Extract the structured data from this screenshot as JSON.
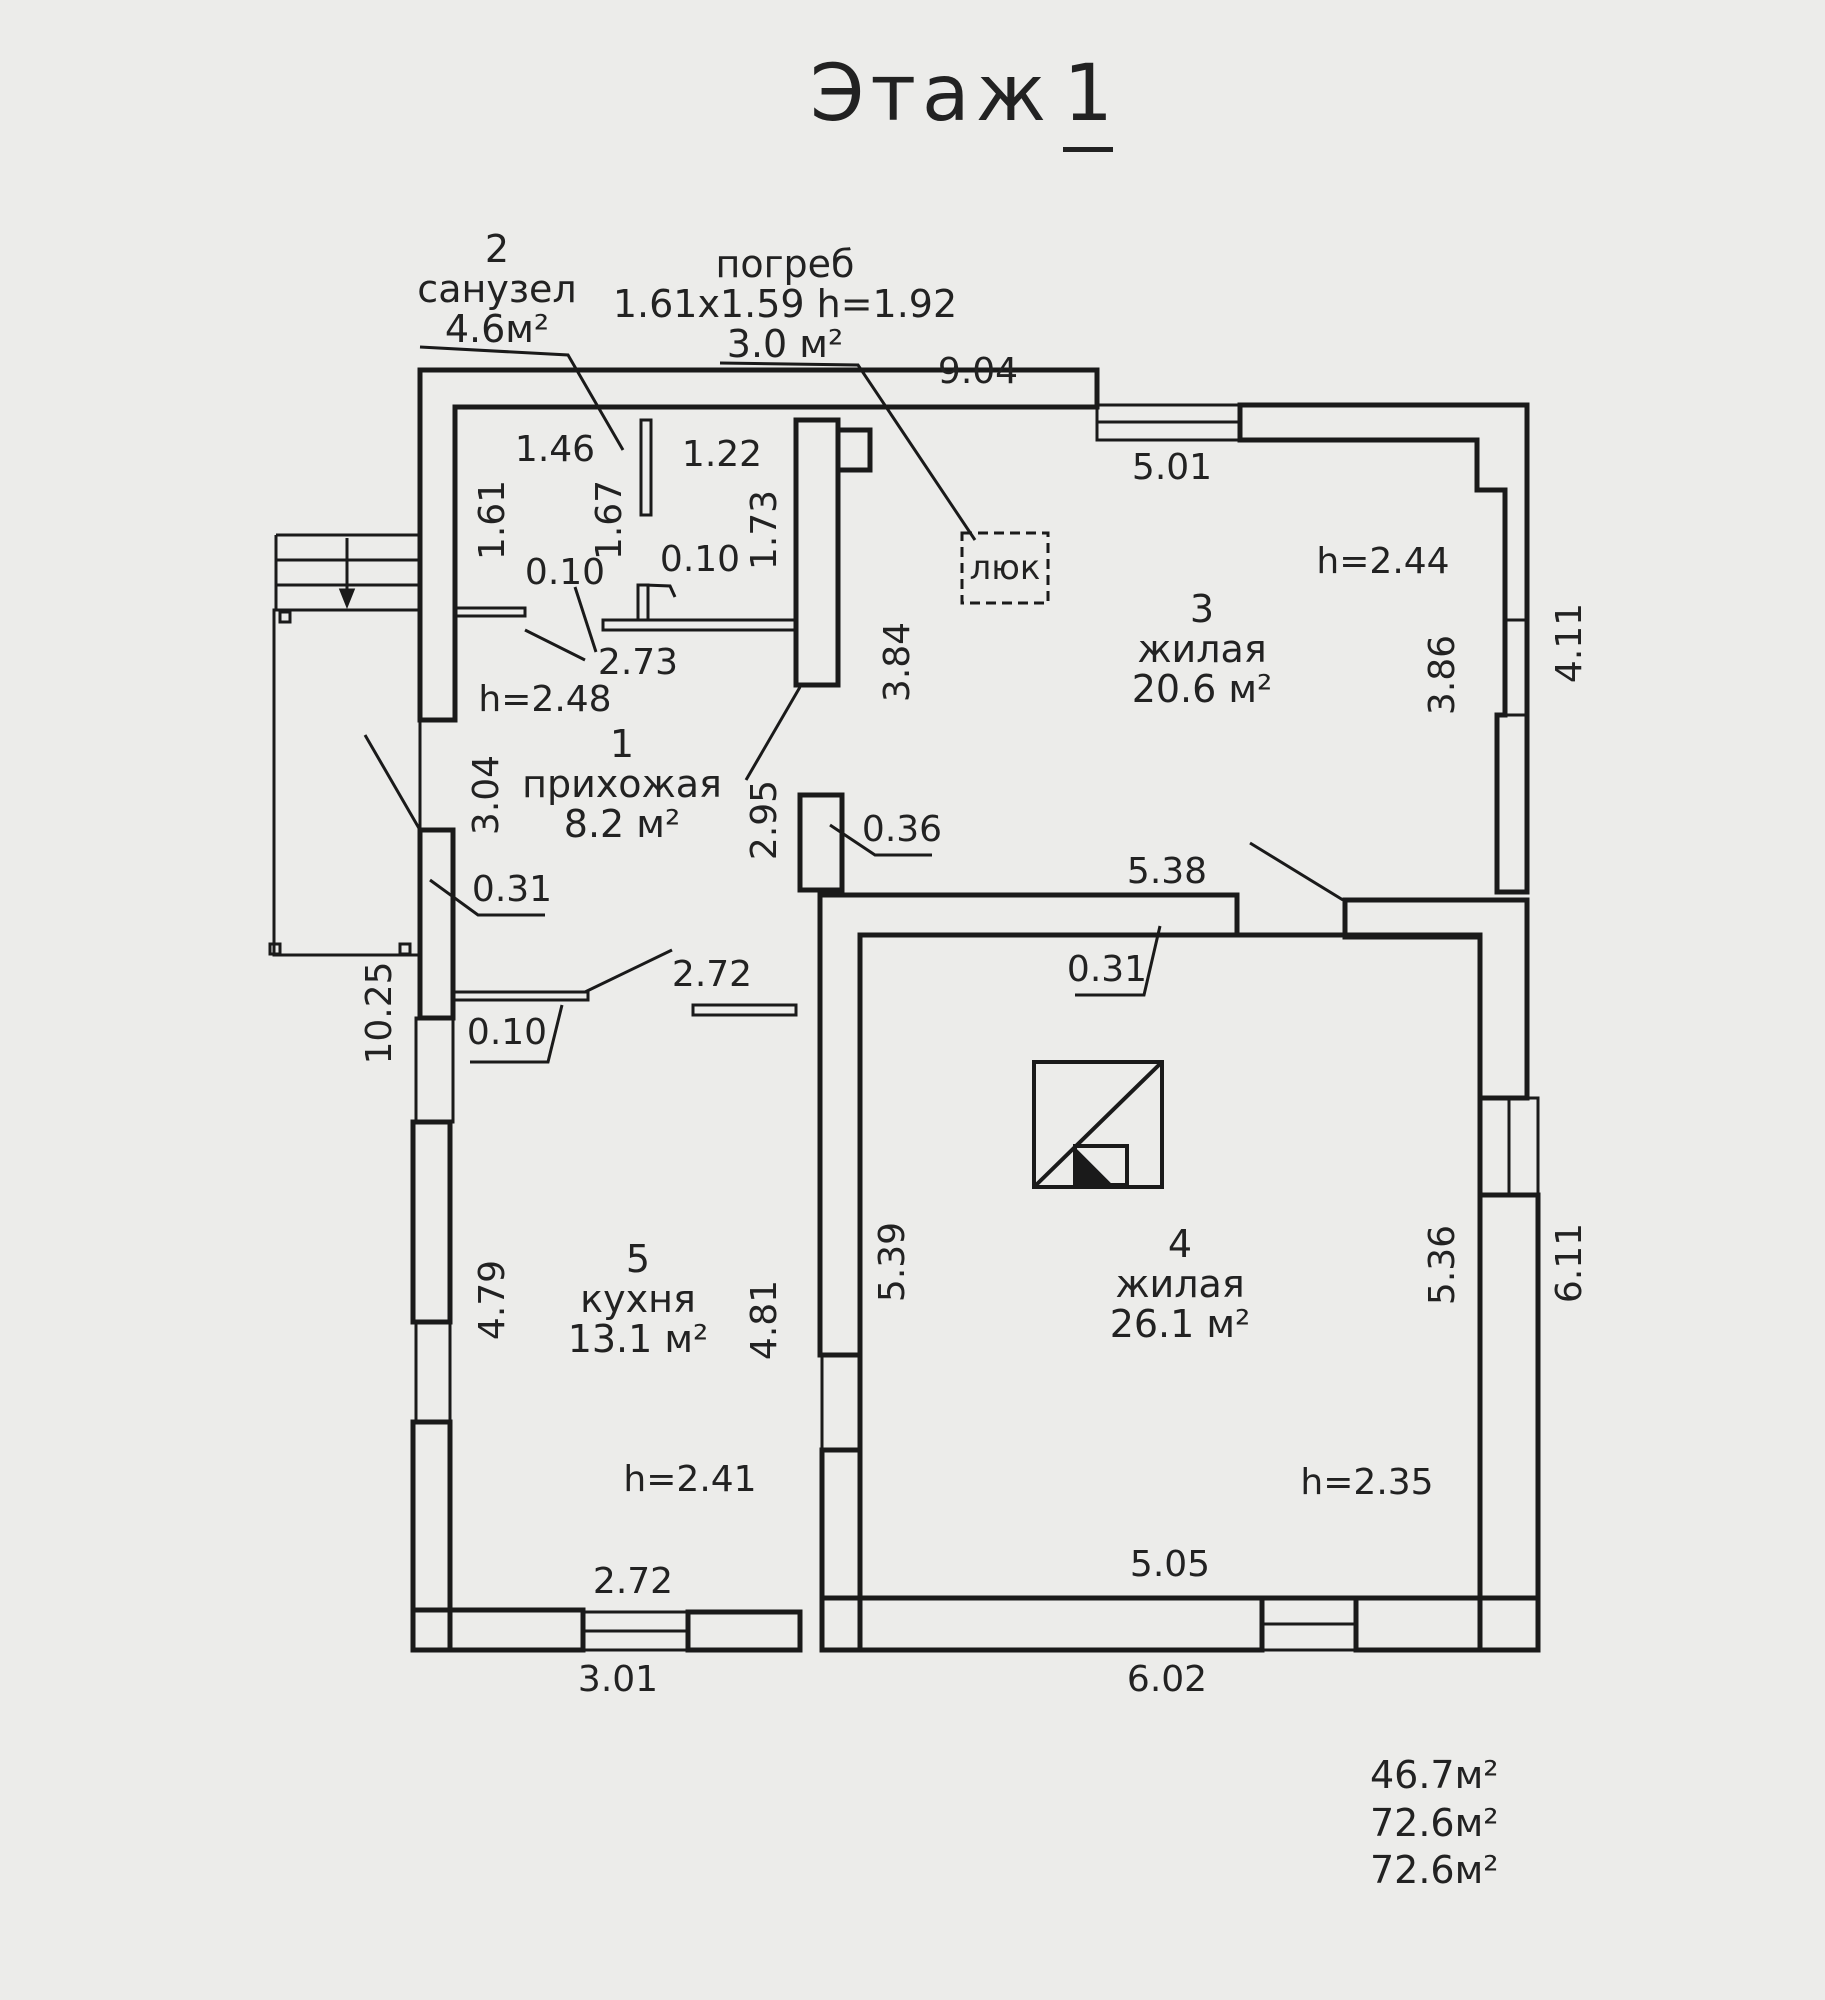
{
  "title": {
    "text": "Этаж",
    "number": "1"
  },
  "rooms": {
    "r1": {
      "num": "1",
      "name": "прихожая",
      "area": "8.2 м²",
      "height": "h=2.48"
    },
    "r2": {
      "num": "2",
      "name": "санузел",
      "area": "4.6м²"
    },
    "cellar": {
      "name": "погреб",
      "size": "1.61х1.59  h=1.92",
      "area": "3.0 м²",
      "hatch": "люк"
    },
    "r3": {
      "num": "3",
      "name": "жилая",
      "area": "20.6 м²",
      "height": "h=2.44"
    },
    "r4": {
      "num": "4",
      "name": "жилая",
      "area": "26.1 м²",
      "height": "h=2.35"
    },
    "r5": {
      "num": "5",
      "name": "кухня",
      "area": "13.1  м²",
      "height": "h=2.41"
    }
  },
  "dimensions": {
    "top_overall": "9.04",
    "bath_w1": "1.46",
    "bath_w2": "1.22",
    "bath_h1": "1.61",
    "bath_h2": "1.67",
    "bath_h3": "1.73",
    "bath_wall1": "0.10",
    "bath_wall2": "0.10",
    "hall_w": "2.73",
    "hall_h": "3.04",
    "hall_h2": "2.95",
    "wall_031a": "0.31",
    "wall_036": "0.36",
    "r3_w": "5.01",
    "r3_h1": "3.84",
    "r3_h2": "3.86",
    "r3_outer": "4.11",
    "r3_bottom": "5.38",
    "wall_031b": "0.31",
    "hall_kitchen": "2.72",
    "wall_010": "0.10",
    "left_overall": "10.25",
    "r5_h1": "4.79",
    "r5_h2": "4.81",
    "r5_w": "2.72",
    "bottom_left": "3.01",
    "r4_h1": "5.39",
    "r4_h2": "5.36",
    "r4_outer": "6.11",
    "r4_w": "5.05",
    "bottom_right": "6.02"
  },
  "totals": [
    "46.7м²",
    "72.6м²",
    "72.6м²"
  ]
}
